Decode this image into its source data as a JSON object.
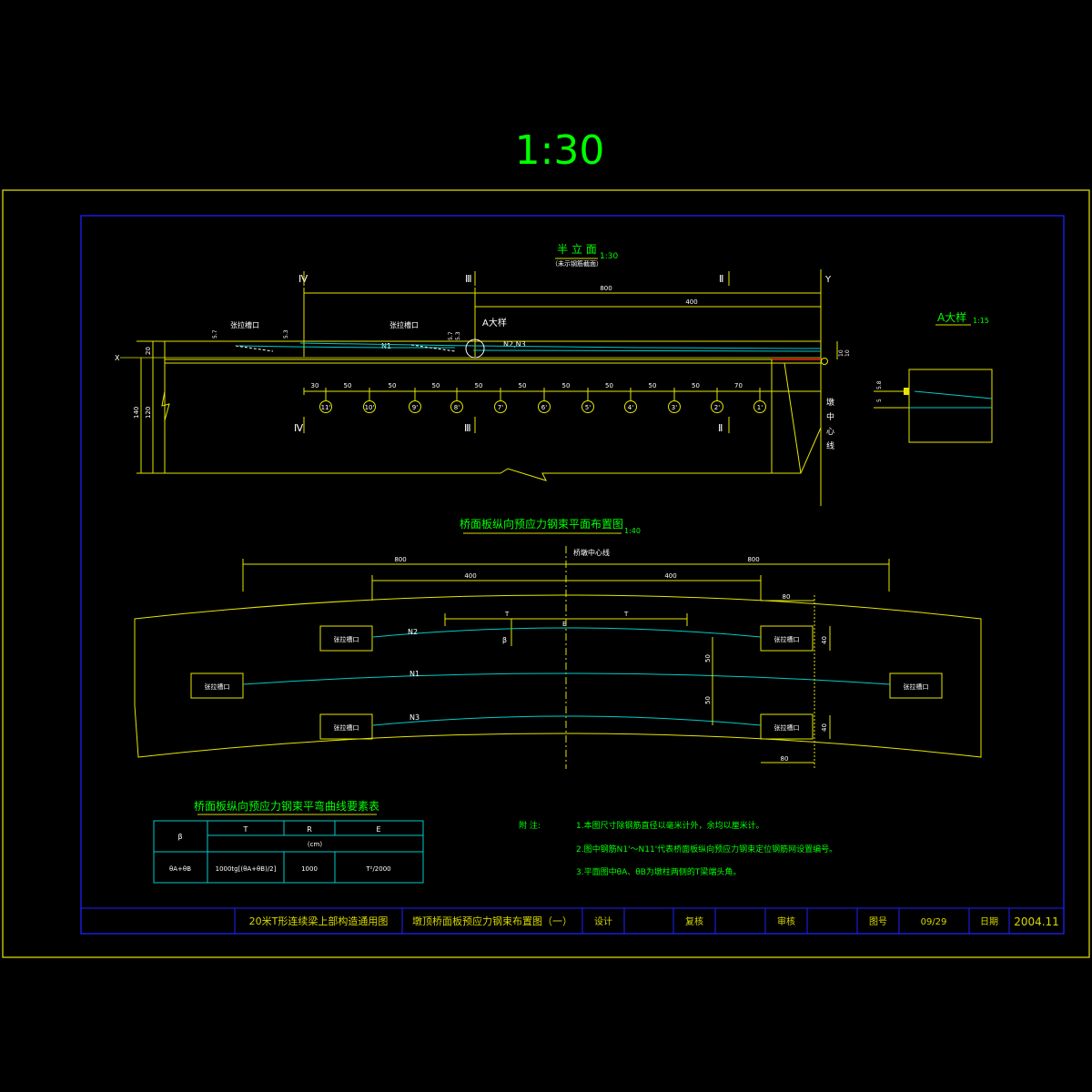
{
  "scale_label": "1:30",
  "colors": {
    "frame": "#d8d800",
    "inner": "#2020ff",
    "line": "#e6e600",
    "text": "#00ff00",
    "cyan": "#00cccc",
    "white": "#ffffff",
    "red": "#ff2020"
  },
  "elevation": {
    "title": "半 立 面",
    "title_scale": "1:30",
    "subtitle": "（未示钢筋截面）",
    "section_top": [
      "Ⅳ",
      "Ⅲ",
      "Ⅱ"
    ],
    "section_bottom": [
      "Ⅳ",
      "Ⅲ",
      "Ⅱ"
    ],
    "axis_y": "Y",
    "axis_x": "X",
    "dim_total": "800",
    "dim_half": "400",
    "anchor1": "张拉槽口",
    "anchor2": "张拉槽口",
    "detail_ref": "A大样",
    "tendon_n1": "N1",
    "tendon_n2n3": "N2,N3",
    "dim_57a": "5.7",
    "dim_53a": "5.3",
    "dim_57b": "5.7",
    "dim_53b": "5.3",
    "dim_left_20": "20",
    "dim_left_140": "140",
    "dim_left_120": "120",
    "dim_right_10": "10",
    "dim_right_10b": "10",
    "spacing": [
      "30",
      "50",
      "50",
      "50",
      "50",
      "50",
      "50",
      "50",
      "50",
      "50",
      "70"
    ],
    "markers": [
      "11'",
      "10'",
      "9'",
      "8'",
      "7'",
      "6'",
      "5'",
      "4'",
      "3'",
      "2'",
      "1'"
    ],
    "center_label": "墩 中 心 线"
  },
  "detailA": {
    "title": "A大样",
    "scale": "1:15",
    "dim_5": "5",
    "dim_58": "5.8"
  },
  "plan": {
    "title": "桥面板纵向预应力钢束平面布置图",
    "scale": "1:40",
    "center_label": "桥墩中心线",
    "dim_left_800": "800",
    "dim_right_800": "800",
    "dim_left_400": "400",
    "dim_right_400": "400",
    "dim_80_top": "80",
    "dim_80_bottom": "80",
    "dim_40_top": "40",
    "dim_40_bottom": "40",
    "dim_50_top": "50",
    "dim_50_bottom": "50",
    "t_left": "T",
    "t_right": "T",
    "e_label": "E",
    "beta": "β",
    "n1": "N1",
    "n2": "N2",
    "n3": "N3",
    "slot": "张拉槽口"
  },
  "table": {
    "title": "桥面板纵向预应力钢束平弯曲线要素表",
    "headers": [
      "β",
      "T",
      "R",
      "E"
    ],
    "unit": "(cm)",
    "row": [
      "θA+θB",
      "1000tg[(θA+θB)/2]",
      "1000",
      "T²/2000"
    ]
  },
  "notes": {
    "label": "附  注:",
    "items": [
      "1.本图尺寸除钢筋直径以毫米计外，余均以厘米计。",
      "2.图中钢筋N1'～N11'代表桥面板纵向预应力钢束定位钢筋网设置编号。",
      "3.平面图中θA、θB为墩柱两侧的T梁端头角。"
    ]
  },
  "titleblock": {
    "project": "20米T形连续梁上部构造通用图",
    "drawing": "墩顶桥面板预应力钢束布置图（一）",
    "design": "设计",
    "review": "复核",
    "approve": "审核",
    "sheet_label": "图号",
    "sheet": "09/29",
    "date_label": "日期",
    "date": "2004.11"
  }
}
